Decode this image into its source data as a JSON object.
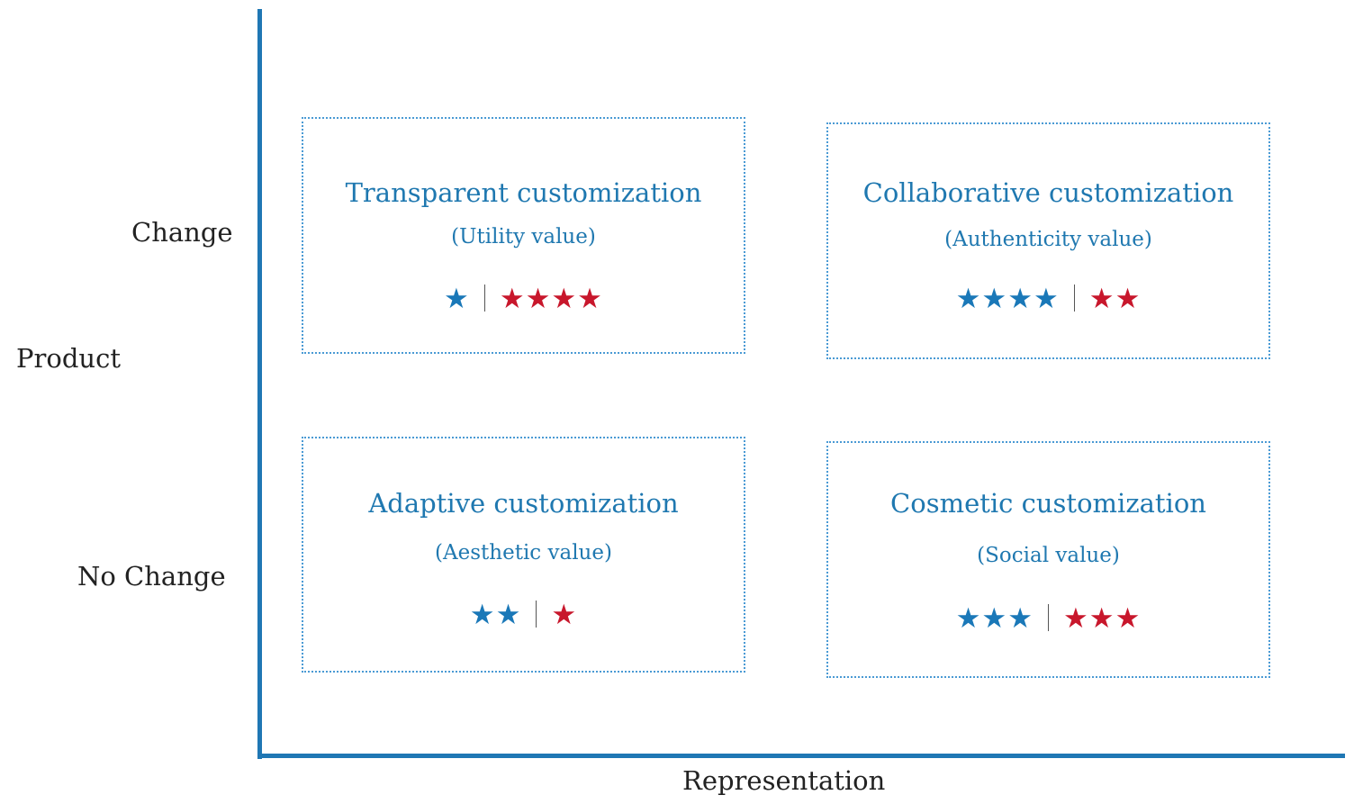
{
  "axes": {
    "y_label": "Product",
    "y_top_label": "Change",
    "y_bottom_label": "No  Change",
    "x_label": "Representation",
    "color": "#1f77b4"
  },
  "quadrants": [
    {
      "title": "Transparent customization",
      "subtitle": "(Utility value)",
      "blue_stars": 1,
      "red_stars": 4
    },
    {
      "title": "Collaborative customization",
      "subtitle": "(Authenticity value)",
      "blue_stars": 4,
      "red_stars": 2
    },
    {
      "title": "Adaptive customization",
      "subtitle": "(Aesthetic value)",
      "blue_stars": 2,
      "red_stars": 1
    },
    {
      "title": "Cosmetic customization",
      "subtitle": "(Social value)",
      "blue_stars": 3,
      "red_stars": 3
    }
  ],
  "colors": {
    "quadrant_text": "#1f78b0",
    "star_blue": "#1a78b8",
    "star_red": "#c8172c",
    "dotted_border": "#4a9ad4"
  }
}
